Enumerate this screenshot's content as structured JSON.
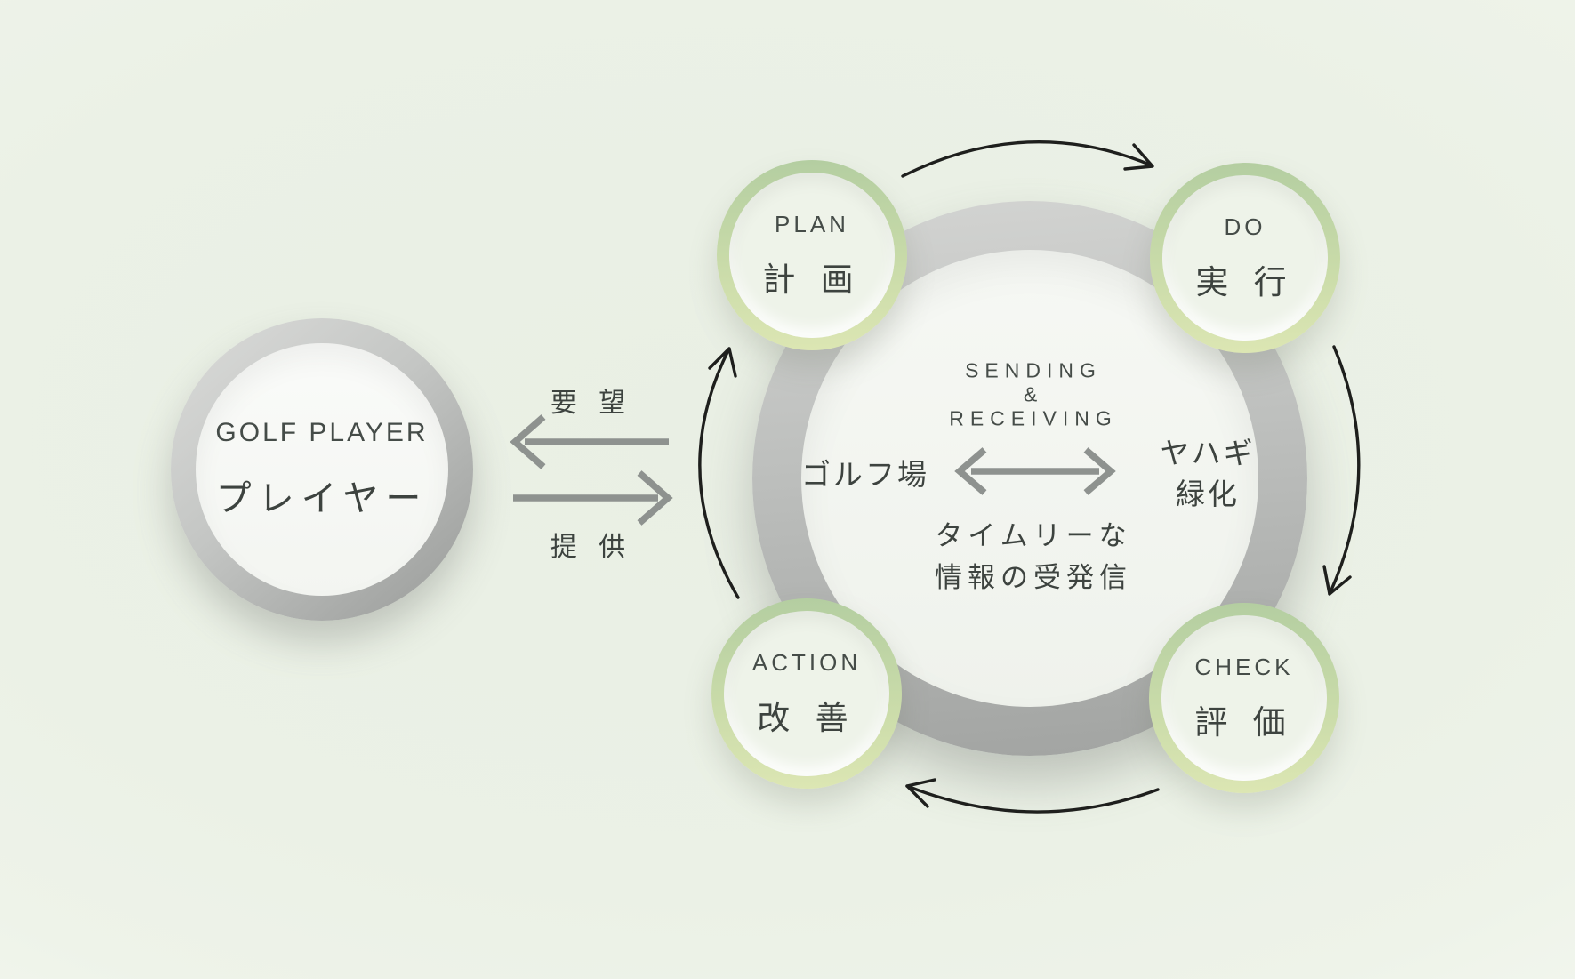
{
  "colors": {
    "background": "#ebf1e6",
    "gray_ring_light": "#d4d5d3",
    "gray_ring_dark": "#a0a2a0",
    "green_ring_top": "#b4cea1",
    "green_ring_bottom": "#dce6b3",
    "inner_fill": "#eef3e9",
    "gray_arrow": "#8e928f",
    "black_arrow": "#1e1f1d",
    "text_dark": "#3d433f",
    "text_en": "#454c48"
  },
  "player": {
    "en": "GOLF PLAYER",
    "ja": "プレイヤー"
  },
  "exchange": {
    "request": "要 望",
    "provide": "提 供"
  },
  "hub": {
    "heading": [
      "SENDING",
      "&",
      "RECEIVING"
    ],
    "left_party": "ゴルフ場",
    "right_party": [
      "ヤハギ",
      "緑化"
    ],
    "note": [
      "タイムリーな",
      "情報の受発信"
    ]
  },
  "pdca": [
    {
      "en": "PLAN",
      "ja": "計 画"
    },
    {
      "en": "DO",
      "ja": "実 行"
    },
    {
      "en": "CHECK",
      "ja": "評 価"
    },
    {
      "en": "ACTION",
      "ja": "改 善"
    }
  ]
}
